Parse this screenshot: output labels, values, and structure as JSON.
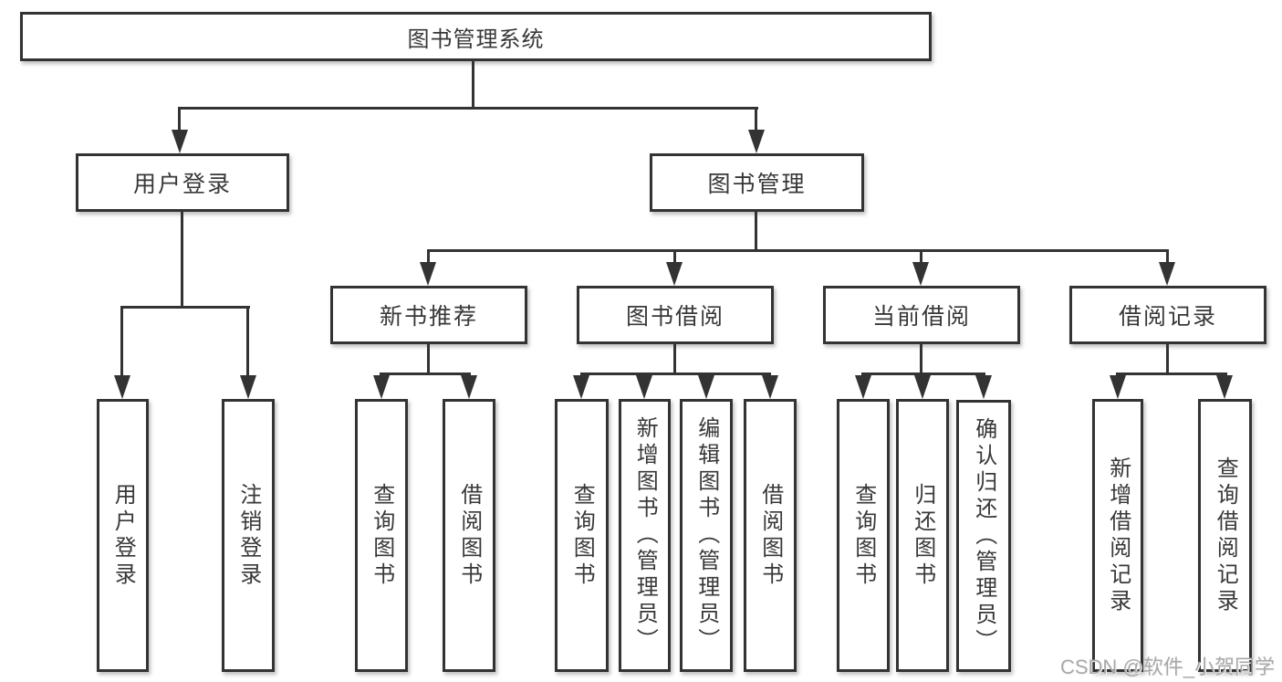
{
  "tree": {
    "root": {
      "label": "图书管理系统"
    },
    "branches": [
      {
        "label": "用户登录",
        "children": [
          {
            "label": "用户登录"
          },
          {
            "label": "注销登录"
          }
        ]
      },
      {
        "label": "图书管理",
        "children": [
          {
            "label": "新书推荐",
            "children": [
              {
                "label": "查询图书"
              },
              {
                "label": "借阅图书"
              }
            ]
          },
          {
            "label": "图书借阅",
            "children": [
              {
                "label": "查询图书"
              },
              {
                "label": "新增图书（管理员）"
              },
              {
                "label": "编辑图书（管理员）"
              },
              {
                "label": "借阅图书"
              }
            ]
          },
          {
            "label": "当前借阅",
            "children": [
              {
                "label": "查询图书"
              },
              {
                "label": "归还图书"
              },
              {
                "label": "确认归还（管理员）"
              }
            ]
          },
          {
            "label": "借阅记录",
            "children": [
              {
                "label": "新增借阅记录"
              },
              {
                "label": "查询借阅记录"
              }
            ]
          }
        ]
      }
    ]
  },
  "watermark": {
    "text": "CSDN @软件_小贺同学"
  },
  "colors": {
    "line": "#333333",
    "box_border": "#333333",
    "text": "#383838",
    "watermark": "#a9a9a9",
    "background": "#ffffff"
  }
}
